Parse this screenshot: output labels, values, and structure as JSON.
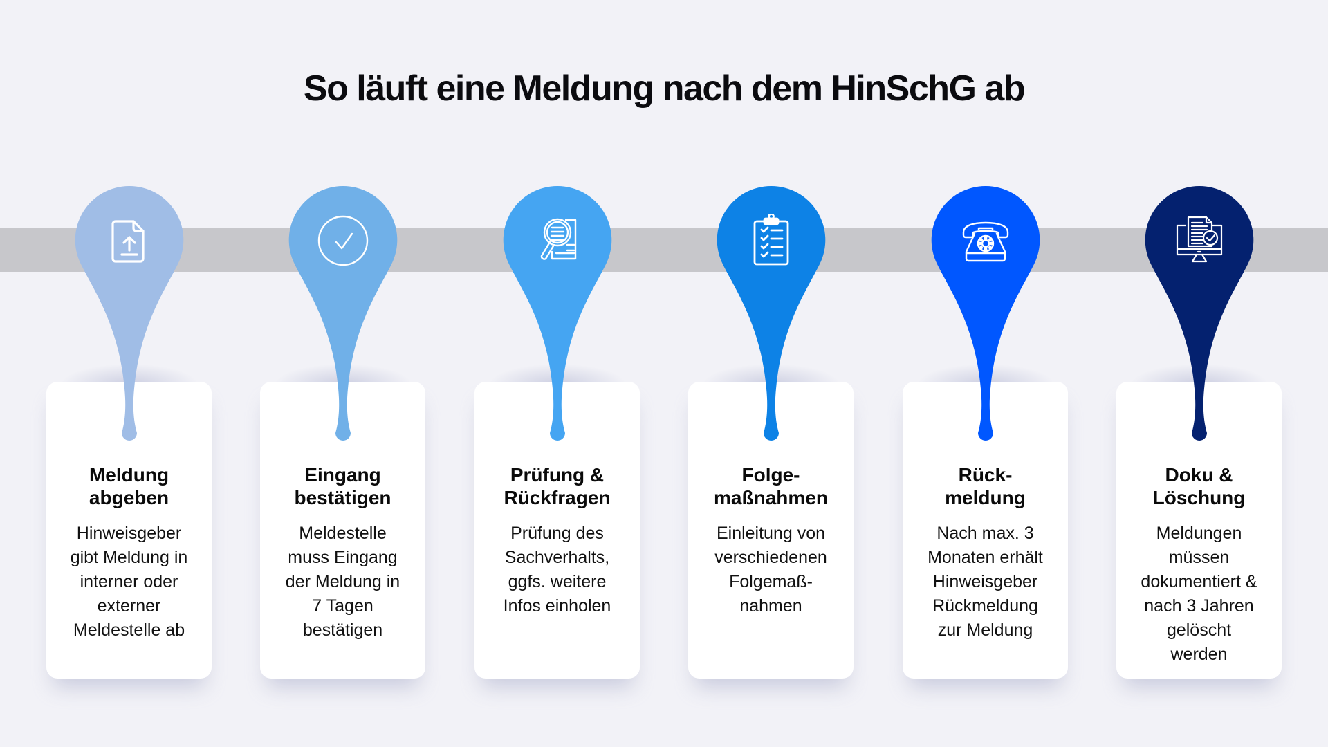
{
  "title": "So läuft eine Meldung nach dem HinSchG ab",
  "colors": {
    "background": "#F2F2F7",
    "band": "#C7C7CB",
    "card": "#FFFFFF"
  },
  "steps": [
    {
      "icon": "file-upload-icon",
      "color": "#A0BDE6",
      "heading": [
        "Meldung",
        "abgeben"
      ],
      "body": [
        "Hinweisgeber",
        "gibt Meldung in",
        "interner oder",
        "externer",
        "Meldestelle ab"
      ]
    },
    {
      "icon": "check-circle-icon",
      "color": "#70B0E8",
      "heading": [
        "Eingang",
        "bestätigen"
      ],
      "body": [
        "Meldestelle",
        "muss Eingang",
        "der Meldung in",
        "7 Tagen",
        "bestätigen"
      ]
    },
    {
      "icon": "magnifier-document-icon",
      "color": "#45A5F2",
      "heading": [
        "Prüfung &",
        "Rückfragen"
      ],
      "body": [
        "Prüfung des",
        "Sachverhalts,",
        "ggfs. weitere",
        "Infos einholen"
      ]
    },
    {
      "icon": "clipboard-checklist-icon",
      "color": "#0D82E6",
      "heading": [
        "Folge-",
        "maßnahmen"
      ],
      "body": [
        "Einleitung von",
        "verschiedenen",
        "Folgemaß-",
        "nahmen"
      ]
    },
    {
      "icon": "telephone-icon",
      "color": "#0057FF",
      "heading": [
        "Rück-",
        "meldung"
      ],
      "body": [
        "Nach max. 3",
        "Monaten erhält",
        "Hinweisgeber",
        "Rückmeldung",
        "zur Meldung"
      ]
    },
    {
      "icon": "monitor-document-check-icon",
      "color": "#04216F",
      "heading": [
        "Doku &",
        "Löschung"
      ],
      "body": [
        "Meldungen",
        "müssen",
        "dokumentiert &",
        "nach 3 Jahren",
        "gelöscht",
        "werden"
      ]
    }
  ]
}
